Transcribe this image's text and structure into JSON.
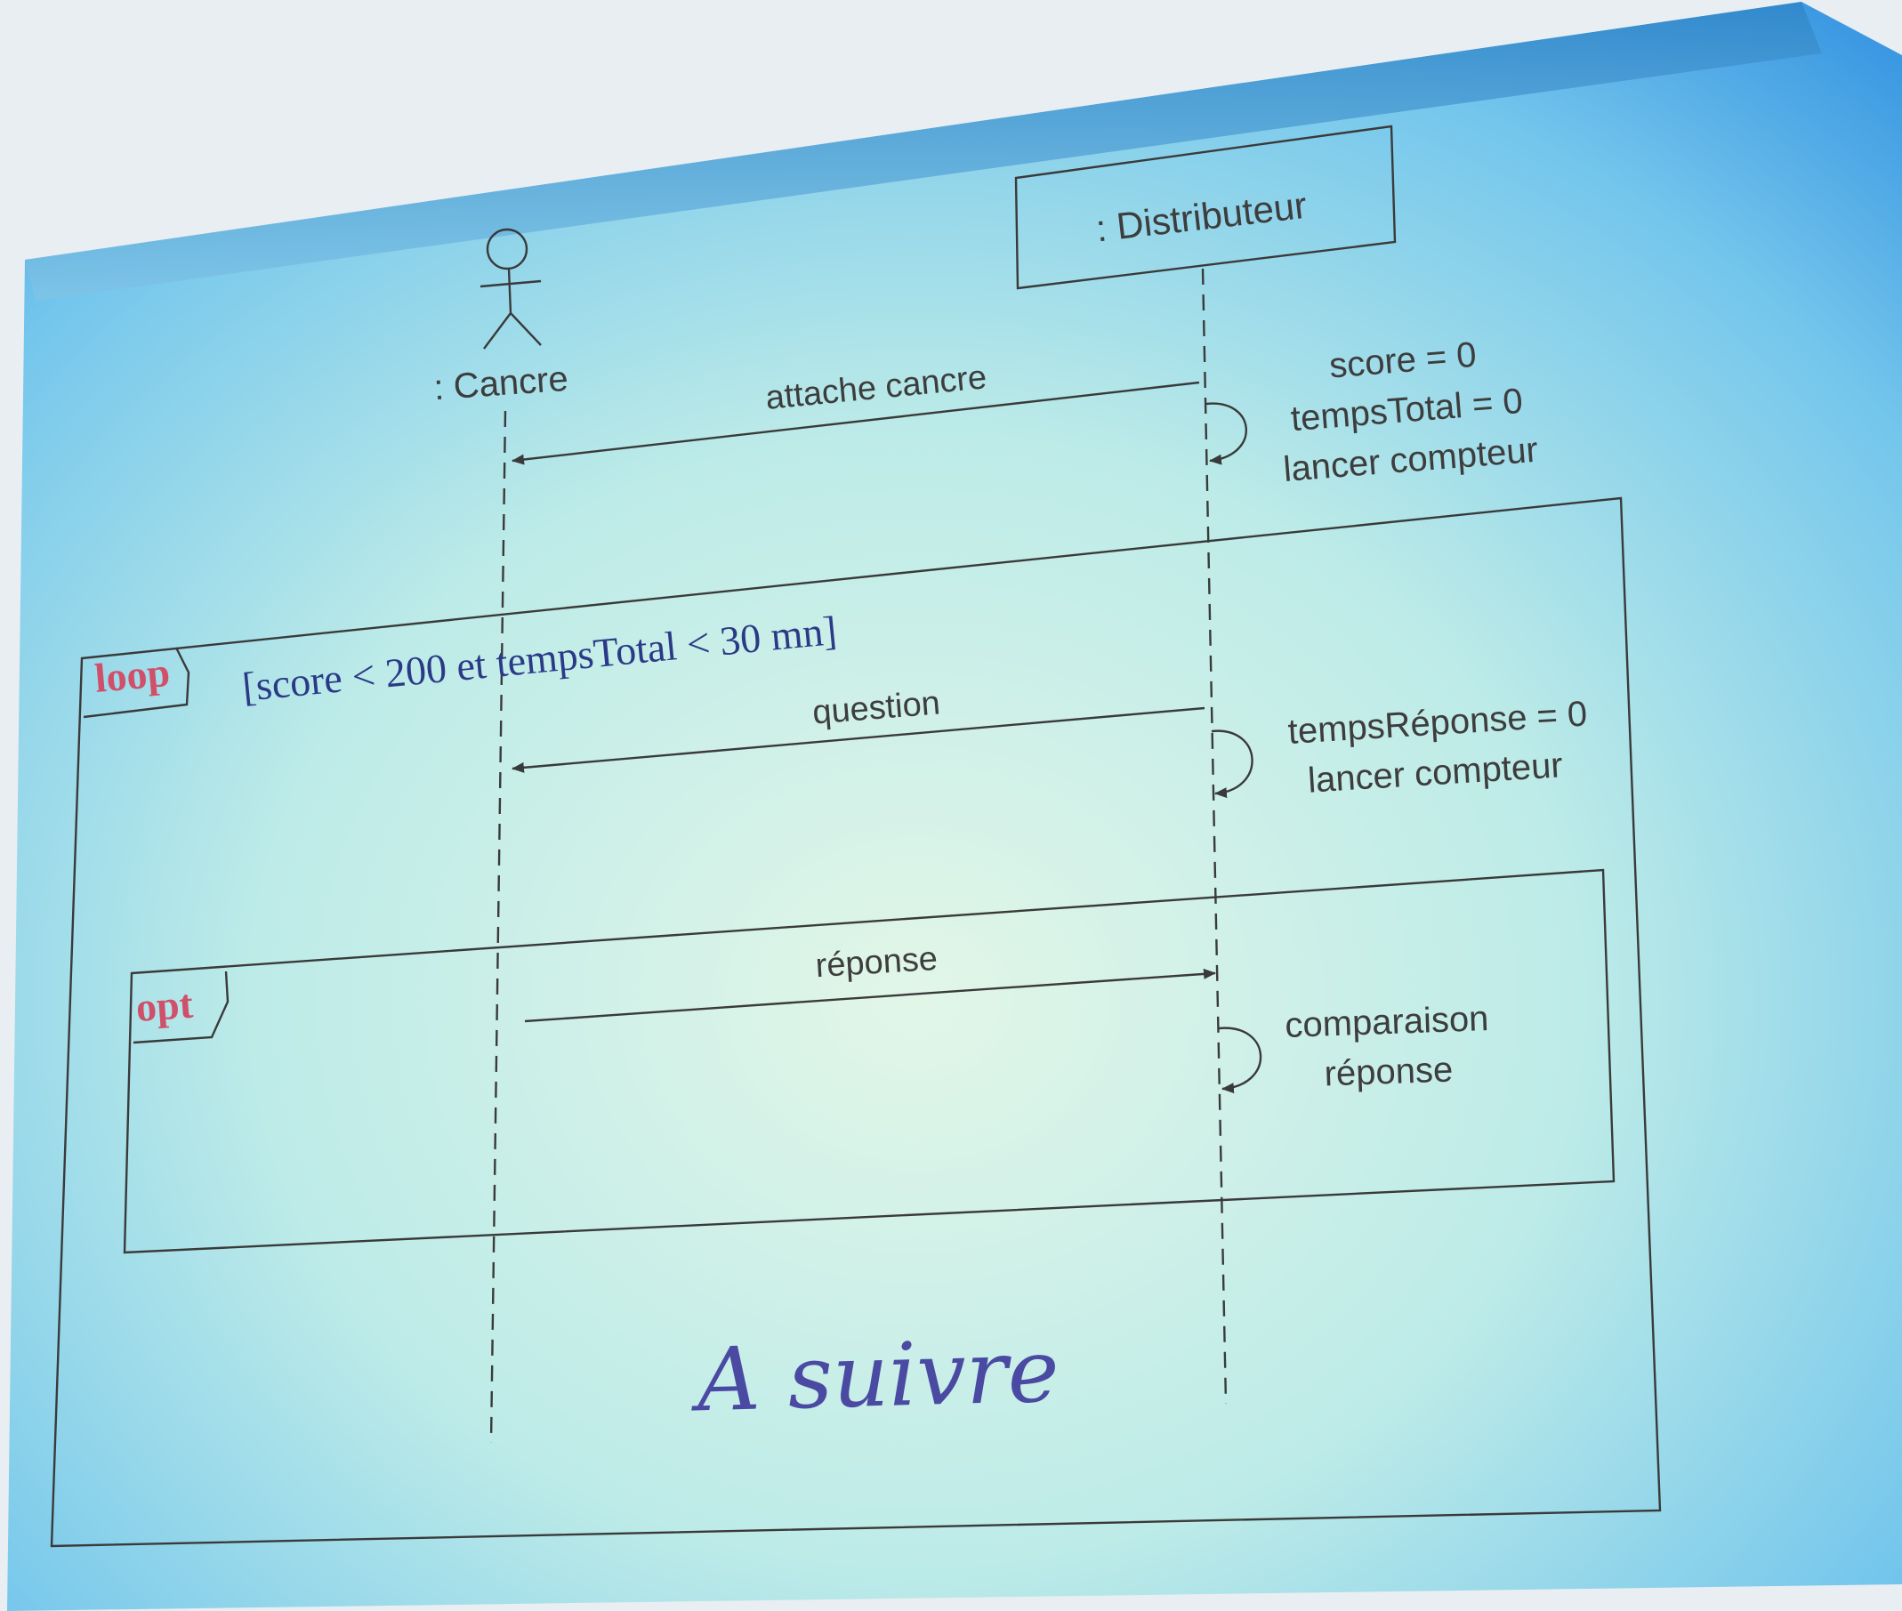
{
  "diagram": {
    "lifelines": {
      "actor_name": ": Cancre",
      "object_name": ": Distributeur"
    },
    "messages": {
      "attache": "attache cancre",
      "question": "question",
      "reponse": "réponse"
    },
    "notes": {
      "init_line1": "score = 0",
      "init_line2": "tempsTotal = 0",
      "init_line3": "lancer compteur",
      "q_line1": "tempsRéponse = 0",
      "q_line2": "lancer compteur",
      "cmp_line1": "comparaison",
      "cmp_line2": "réponse"
    },
    "frames": {
      "loop_operator": "loop",
      "loop_guard": "[score < 200 et tempsTotal < 30 mn]",
      "opt_operator": "opt"
    },
    "footer": "A suivre"
  },
  "colors": {
    "slide_blue": "#3a9fe6",
    "slide_center": "#dcf3e8",
    "frame_operator": "#d0506a",
    "guard_text": "#2b3a86",
    "footer_text": "#4a4aa3"
  }
}
